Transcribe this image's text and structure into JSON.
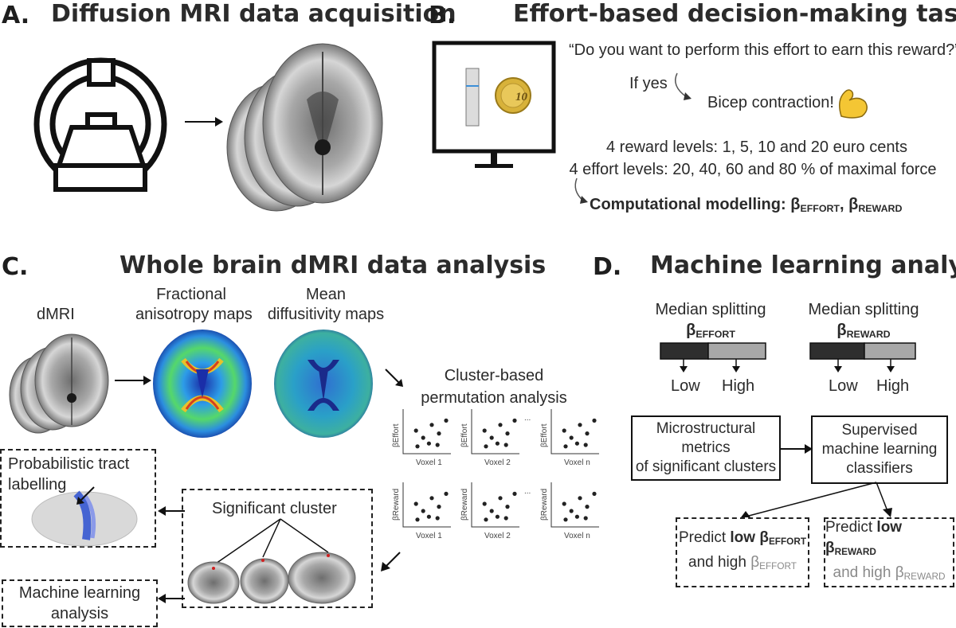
{
  "panel_a": {
    "letter": "A.",
    "title": "Diffusion MRI data acquisition"
  },
  "panel_b": {
    "letter": "B.",
    "title": "Effort-based decision-making task",
    "question": "“Do you want to perform this effort to earn this reward?”",
    "if_yes": "If yes",
    "bicep": "Bicep contraction!",
    "coin_value": "10",
    "reward_levels": "4 reward levels: 1, 5, 10 and 20 euro cents",
    "effort_levels": "4 effort levels: 20, 40, 60 and 80 % of maximal force",
    "modelling_label": "Computational modelling: ",
    "beta_effort_sym": "β",
    "beta_effort_sub": "EFFORT",
    "comma": ", ",
    "beta_reward_sym": "β",
    "beta_reward_sub": "REWARD"
  },
  "panel_c": {
    "letter": "C.",
    "title": "Whole brain dMRI data analysis",
    "dmri": "dMRI",
    "fa_line1": "Fractional",
    "fa_line2": "anisotropy maps",
    "md_line1": "Mean",
    "md_line2": "diffusitivity maps",
    "cluster_line1": "Cluster-based",
    "cluster_line2": "permutation analysis",
    "scatter_effort_label": "βEffort",
    "scatter_reward_label": "βReward",
    "voxel_labels": [
      "Voxel 1",
      "Voxel 2",
      "Voxel n"
    ],
    "ellipsis": "...",
    "probabilistic_line1": "Probabilistic tract",
    "probabilistic_line2": "labelling",
    "significant_cluster": "Significant cluster",
    "ml_line1": "Machine learning",
    "ml_line2": "analysis"
  },
  "panel_d": {
    "letter": "D.",
    "title": "Machine learning analysis",
    "median_splitting": "Median splitting",
    "beta_sym": "β",
    "effort_sub": "EFFORT",
    "reward_sub": "REWARD",
    "low": "Low",
    "high": "High",
    "micro_line1": "Microstructural metrics",
    "micro_line2": "of significant clusters",
    "supervised_line1": "Supervised",
    "supervised_line2": "machine learning",
    "supervised_line3": "classifiers",
    "predict": "Predict ",
    "low_word": "low ",
    "and_high": "and high ",
    "bar_dark_color": "#2e2e2e",
    "bar_light_color": "#a8a8a8"
  },
  "icons": {
    "mri_scanner": "mri-scanner-icon",
    "monitor": "monitor-icon",
    "coin": "euro-coin-icon",
    "bicep": "flexed-biceps-icon"
  }
}
